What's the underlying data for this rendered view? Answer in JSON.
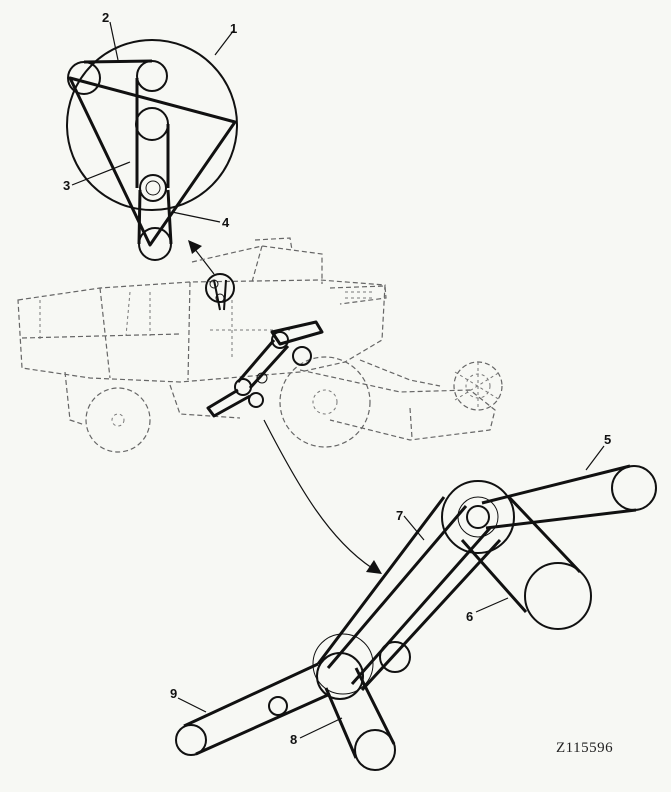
{
  "callouts": {
    "c1": "1",
    "c2": "2",
    "c3": "3",
    "c4": "4",
    "c5": "5",
    "c6": "6",
    "c7": "7",
    "c8": "8",
    "c9": "9"
  },
  "reference_code": "Z115596"
}
